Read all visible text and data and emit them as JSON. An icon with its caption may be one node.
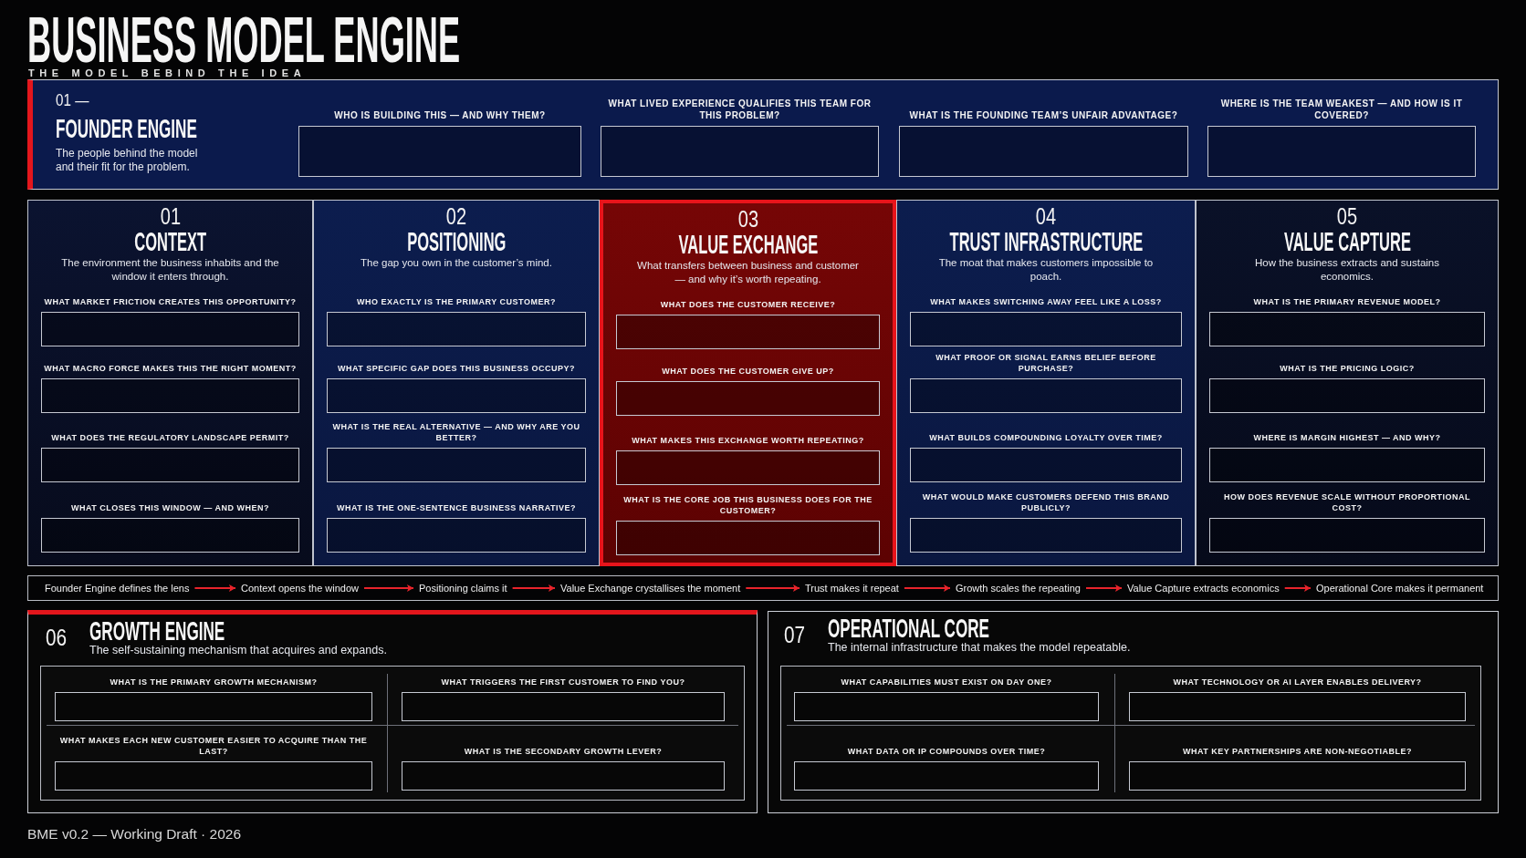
{
  "diagram": {
    "title": "BUSINESS MODEL ENGINE",
    "nodes": [
      {
        "text": [
          "01 —",
          "FOUNDER ENGINE",
          "The people behind the model and their fit for the problem."
        ]
      },
      {
        "text": [
          "WHO IS BUILDING THIS — AND WHY THEM?"
        ],
        "in": 0
      },
      {
        "text": [
          "WHAT LIVED EXPERIENCE QUALIFIES THIS TEAM FOR THIS PROBLEM?"
        ],
        "in": 0
      },
      {
        "text": [
          "WHAT IS THE FOUNDING TEAM’S UNFAIR ADVANTAGE?"
        ],
        "in": 0
      },
      {
        "text": [
          "WHERE IS THE TEAM WEAKEST — AND HOW IS IT COVERED?"
        ],
        "in": 0
      },
      {
        "text": [
          "01",
          "CONTEXT",
          "The environment the business inhabits and the window it enters through."
        ]
      },
      {
        "text": [
          "WHAT MARKET FRICTION CREATES THIS OPPORTUNITY?"
        ],
        "in": 5
      },
      {
        "text": [
          "WHAT MACRO FORCE MAKES THIS THE RIGHT MOMENT?"
        ],
        "in": 5
      },
      {
        "text": [
          "WHAT DOES THE REGULATORY LANDSCAPE PERMIT?"
        ],
        "in": 5
      },
      {
        "text": [
          "WHAT CLOSES THIS WINDOW — AND WHEN?"
        ],
        "in": 5
      },
      {
        "text": [
          "02",
          "POSITIONING",
          "The gap you own in the customer’s mind."
        ]
      },
      {
        "text": [
          "WHO EXACTLY IS THE PRIMARY CUSTOMER?"
        ],
        "in": 10
      },
      {
        "text": [
          "WHAT SPECIFIC GAP DOES THIS BUSINESS OCCUPY?"
        ],
        "in": 10
      },
      {
        "text": [
          "WHAT IS THE REAL ALTERNATIVE — AND WHY ARE YOU BETTER?"
        ],
        "in": 10
      },
      {
        "text": [
          "WHAT IS THE ONE-SENTENCE BUSINESS NARRATIVE?"
        ],
        "in": 10
      },
      {
        "text": [
          "03",
          "VALUE EXCHANGE",
          "What transfers between business and customer — and why it’s worth repeating."
        ]
      },
      {
        "text": [
          "WHAT DOES THE CUSTOMER RECEIVE?"
        ],
        "in": 15
      },
      {
        "text": [
          "WHAT DOES THE CUSTOMER GIVE UP?"
        ],
        "in": 15
      },
      {
        "text": [
          "WHAT MAKES THIS EXCHANGE WORTH REPEATING?"
        ],
        "in": 15
      },
      {
        "text": [
          "WHAT IS THE CORE JOB THIS BUSINESS DOES FOR THE CUSTOMER?"
        ],
        "in": 15
      },
      {
        "text": [
          "04",
          "TRUST INFRASTRUCTURE",
          "The moat that makes customers impossible to poach."
        ]
      },
      {
        "text": [
          "WHAT MAKES SWITCHING AWAY FEEL LIKE A LOSS?"
        ],
        "in": 20
      },
      {
        "text": [
          "WHAT PROOF OR SIGNAL EARNS BELIEF BEFORE PURCHASE?"
        ],
        "in": 20
      },
      {
        "text": [
          "WHAT BUILDS COMPOUNDING LOYALTY OVER TIME?"
        ],
        "in": 20
      },
      {
        "text": [
          "WHAT WOULD MAKE CUSTOMERS DEFEND THIS BRAND PUBLICLY?"
        ],
        "in": 20
      },
      {
        "text": [
          "05",
          "VALUE CAPTURE",
          "How the business extracts and sustains economics."
        ]
      },
      {
        "text": [
          "WHAT IS THE PRIMARY REVENUE MODEL?"
        ],
        "in": 25
      },
      {
        "text": [
          "WHAT IS THE PRICING LOGIC?"
        ],
        "in": 25
      },
      {
        "text": [
          "WHERE IS MARGIN HIGHEST — AND WHY?"
        ],
        "in": 25
      },
      {
        "text": [
          "HOW DOES REVENUE SCALE WITHOUT PROPORTIONAL COST?"
        ],
        "in": 25
      },
      {
        "text": [],
        "shape": "box"
      },
      {
        "text": [
          "Founder Engine defines the lens"
        ],
        "in": 30
      },
      {
        "text": [
          "Context opens the window"
        ],
        "in": 30
      },
      {
        "text": [
          "Positioning claims it"
        ],
        "in": 30
      },
      {
        "text": [
          "Value Exchange crystallises the moment"
        ],
        "in": 30
      },
      {
        "text": [
          "Trust makes it repeat"
        ],
        "in": 30
      },
      {
        "text": [
          "Growth scales the repeating"
        ],
        "in": 30
      },
      {
        "text": [
          "Value Capture extracts economics"
        ],
        "in": 30
      },
      {
        "text": [
          "Operational Core makes it permanent"
        ],
        "in": 30
      },
      {
        "text": [
          "06",
          "GROWTH ENGINE",
          "The self-sustaining mechanism that acquires and expands."
        ]
      },
      {
        "text": [],
        "shape": "box",
        "in": 39
      },
      {
        "text": [
          "WHAT IS THE PRIMARY GROWTH MECHANISM?"
        ],
        "in": 40
      },
      {
        "text": [
          "WHAT TRIGGERS THE FIRST CUSTOMER TO FIND YOU?"
        ],
        "in": 40
      },
      {
        "text": [
          "WHAT MAKES EACH NEW CUSTOMER EASIER TO ACQUIRE THAN THE LAST?"
        ],
        "in": 40
      },
      {
        "text": [
          "WHAT IS THE SECONDARY GROWTH LEVER?"
        ],
        "in": 40
      },
      {
        "text": [
          "07",
          "OPERATIONAL CORE",
          "The internal infrastructure that makes the model repeatable."
        ]
      },
      {
        "text": [],
        "shape": "box",
        "in": 45
      },
      {
        "text": [
          "WHAT CAPABILITIES MUST EXIST ON DAY ONE?"
        ],
        "in": 46
      },
      {
        "text": [
          "WHAT TECHNOLOGY OR AI LAYER ENABLES DELIVERY?"
        ],
        "in": 46
      },
      {
        "text": [
          "WHAT DATA OR IP COMPOUNDS OVER TIME?"
        ],
        "in": 46
      },
      {
        "text": [
          "WHAT KEY PARTNERSHIPS ARE NON-NEGOTIABLE?"
        ],
        "in": 46
      }
    ],
    "edges": [
      {
        "from": 31,
        "to": 32,
        "arrow": "to"
      },
      {
        "from": 32,
        "to": 33,
        "arrow": "to"
      },
      {
        "from": 33,
        "to": 34,
        "arrow": "to"
      },
      {
        "from": 34,
        "to": 35,
        "arrow": "to"
      },
      {
        "from": 35,
        "to": 36,
        "arrow": "to"
      },
      {
        "from": 36,
        "to": 37,
        "arrow": "to"
      },
      {
        "from": 37,
        "to": 38,
        "arrow": "to"
      }
    ],
    "labels": [
      "THE MODEL BEBIND THE IDEA",
      "BME v0.2 — Working Draft · 2026"
    ]
  }
}
